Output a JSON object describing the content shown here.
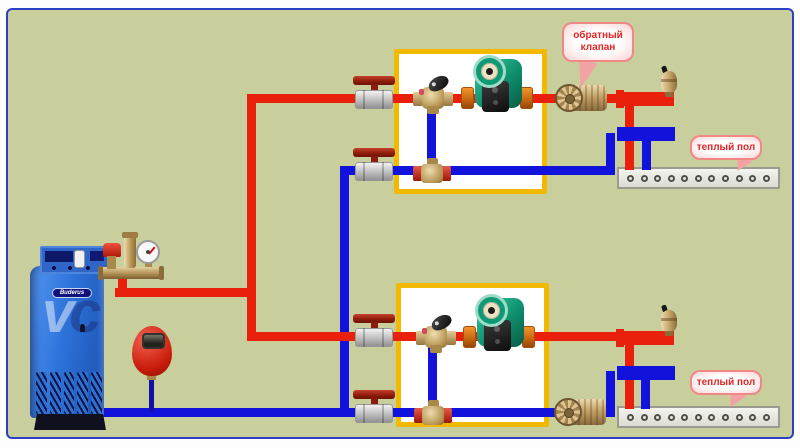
{
  "frame": {
    "background": "#c8cf9d",
    "border_color": "#2d3fc4"
  },
  "colors": {
    "pipe_hot": "#e8200c",
    "pipe_return": "#1212dd",
    "unit_box_border": "#f3b800",
    "callout_text": "#e02525",
    "callout_border": "#f08888",
    "brass": "#c3a268",
    "valve_handle": "#8c1c0c",
    "pump_body": "#0f8f6c"
  },
  "callouts": {
    "check_valve": {
      "label": "обратный клапан"
    },
    "warm_floor_top": {
      "label": "теплый пол"
    },
    "warm_floor_bottom": {
      "label": "теплый пол"
    }
  },
  "boiler": {
    "brand": "Buderus",
    "watermark_1": "v",
    "watermark_2": "c"
  },
  "manifolds": {
    "top": {
      "ports": 11
    },
    "bottom": {
      "ports": 11
    }
  },
  "components": [
    "boiler",
    "boiler-control-panel",
    "safety-group",
    "pressure-gauge",
    "safety-valve",
    "expansion-tank",
    "ball-valve",
    "three-way-mixing-valve",
    "circulation-pump",
    "check-valve",
    "air-vent",
    "tee-fitting",
    "floor-heating-manifold"
  ]
}
